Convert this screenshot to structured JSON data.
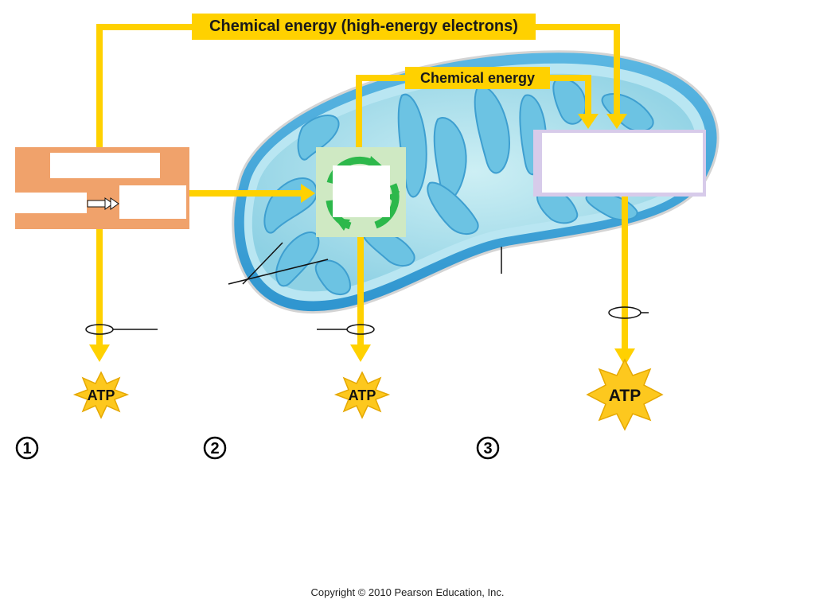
{
  "labels": {
    "top_arrow": "Chemical energy (high-energy electrons)",
    "middle_arrow": "Chemical energy"
  },
  "atp": [
    {
      "text": "ATP"
    },
    {
      "text": "ATP"
    },
    {
      "text": "ATP"
    }
  ],
  "steps": [
    "1",
    "2",
    "3"
  ],
  "footer": {
    "copyright": "Copyright © 2010 Pearson Education, Inc."
  },
  "colors": {
    "arrow": "#FFD100",
    "glycolysis_box": "#F0A26B",
    "krebs_box": "#CFE9C3",
    "krebs_cycle": "#2DB84B",
    "etc_border": "#D7CBEA",
    "mito_outer": "#3FA9DD",
    "mito_matrix": "#9ED8E8",
    "atp_star": "#FDC81E"
  },
  "icons": [
    "flow-arrow-icon",
    "cycle-arrows-icon",
    "atp-starburst-icon",
    "enclosing-oval-icon"
  ]
}
